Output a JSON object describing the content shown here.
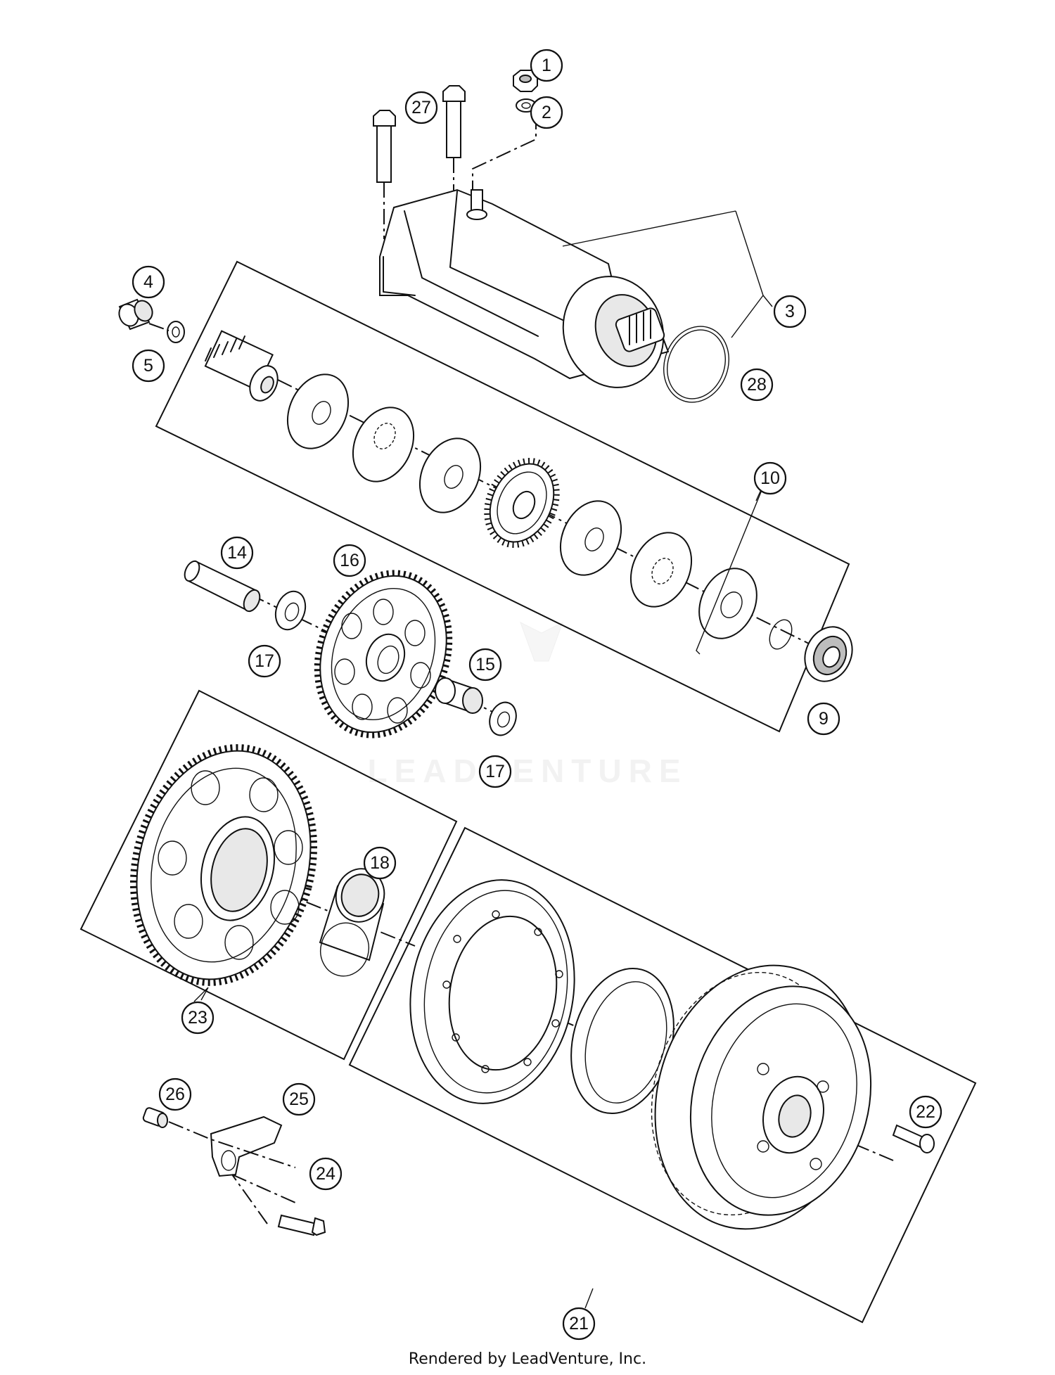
{
  "watermark": "LEADVENTURE",
  "credit": "Rendered by LeadVenture, Inc.",
  "callouts": [
    "1",
    "2",
    "3",
    "4",
    "5",
    "9",
    "10",
    "14",
    "15",
    "16",
    "17",
    "17",
    "18",
    "21",
    "22",
    "23",
    "24",
    "25",
    "26",
    "27",
    "28"
  ]
}
